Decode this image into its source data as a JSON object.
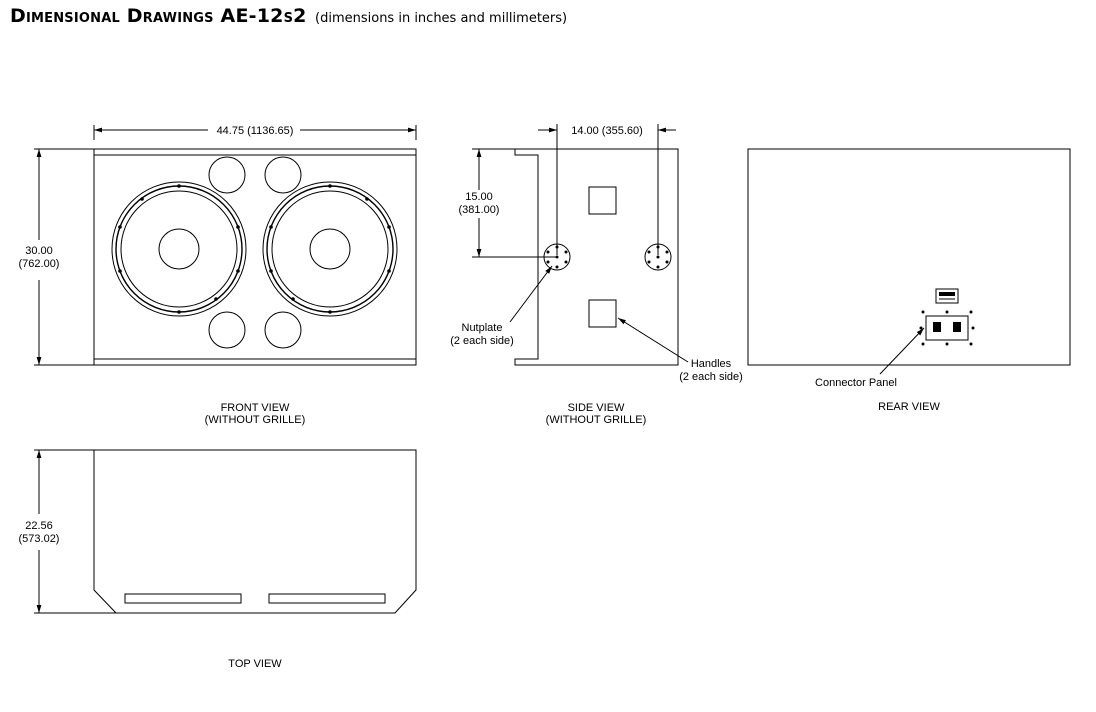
{
  "title": {
    "main": "Dimensional Drawings AE-12s2",
    "sub": "(dimensions in inches and millimeters)"
  },
  "front_view": {
    "width_dim": "44.75 (1136.65)",
    "height_dim_in": "30.00",
    "height_dim_mm": "(762.00)",
    "caption_line1": "FRONT VIEW",
    "caption_line2": "(WITHOUT GRILLE)"
  },
  "side_view": {
    "depth_dim": "14.00 (355.60)",
    "nutplate_height_in": "15.00",
    "nutplate_height_mm": "(381.00)",
    "nutplate_label_line1": "Nutplate",
    "nutplate_label_line2": "(2 each side)",
    "handles_label_line1": "Handles",
    "handles_label_line2": "(2 each side)",
    "caption_line1": "SIDE VIEW",
    "caption_line2": "(WITHOUT GRILLE)"
  },
  "rear_view": {
    "connector_label": "Connector Panel",
    "caption": "REAR VIEW"
  },
  "top_view": {
    "depth_dim_in": "22.56",
    "depth_dim_mm": "(573.02)",
    "caption": "TOP VIEW"
  }
}
